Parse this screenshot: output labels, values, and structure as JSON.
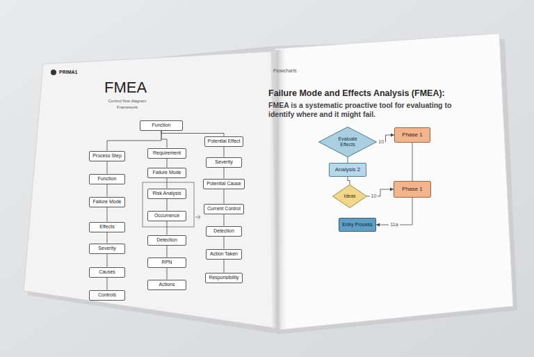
{
  "diagram": {
    "title": "FMEA",
    "nodes": [
      {
        "text": [
          "Function"
        ]
      },
      {
        "text": [
          "Process Step"
        ]
      },
      {
        "text": [
          "Function"
        ]
      },
      {
        "text": [
          "Failure Mode"
        ]
      },
      {
        "text": [
          "Effects"
        ]
      },
      {
        "text": [
          "Severity"
        ]
      },
      {
        "text": [
          "Causes"
        ]
      },
      {
        "text": [
          "Controls"
        ]
      },
      {
        "text": [
          "Requirement"
        ]
      },
      {
        "text": [
          "Failure Mode"
        ]
      },
      {
        "text": [
          "Risk Analysis"
        ]
      },
      {
        "text": [
          "Occurrence"
        ]
      },
      {
        "text": [
          "Detection"
        ]
      },
      {
        "text": [
          "RPN"
        ]
      },
      {
        "text": [
          "Actions"
        ]
      },
      {
        "text": [
          "Potential Effect"
        ]
      },
      {
        "text": [
          "Severity"
        ]
      },
      {
        "text": [
          "Potential Cause"
        ]
      },
      {
        "text": [
          "Current Control"
        ]
      },
      {
        "text": [
          "Detection"
        ]
      },
      {
        "text": [
          "Action Taken"
        ]
      },
      {
        "text": [
          "Responsibility"
        ]
      },
      {
        "text": [
          "Evaluate Effects"
        ]
      },
      {
        "text": [
          "Phase 1"
        ]
      },
      {
        "text": [
          "Analysis 2"
        ]
      },
      {
        "text": [
          "Ideas"
        ]
      },
      {
        "text": [
          "Phase 1"
        ]
      },
      {
        "text": [
          "Entry Process"
        ]
      }
    ],
    "edges": [
      {
        "from": 0,
        "to": 1,
        "arrow": "none"
      },
      {
        "from": 0,
        "to": 8,
        "arrow": "none"
      },
      {
        "from": 0,
        "to": 15,
        "arrow": "none"
      },
      {
        "from": 1,
        "to": 2,
        "arrow": "none"
      },
      {
        "from": 2,
        "to": 3,
        "arrow": "none"
      },
      {
        "from": 3,
        "to": 4,
        "arrow": "none"
      },
      {
        "from": 4,
        "to": 5,
        "arrow": "none"
      },
      {
        "from": 5,
        "to": 6,
        "arrow": "none"
      },
      {
        "from": 6,
        "to": 7,
        "arrow": "none"
      },
      {
        "from": 8,
        "to": 9,
        "arrow": "none"
      },
      {
        "from": 9,
        "to": 10,
        "arrow": "none"
      },
      {
        "from": 10,
        "to": 11,
        "arrow": "none"
      },
      {
        "from": 11,
        "to": 12,
        "arrow": "none"
      },
      {
        "from": 12,
        "to": 13,
        "arrow": "none"
      },
      {
        "from": 13,
        "to": 14,
        "arrow": "none"
      },
      {
        "from": 15,
        "to": 16,
        "arrow": "none"
      },
      {
        "from": 16,
        "to": 17,
        "arrow": "none"
      },
      {
        "from": 17,
        "to": 18,
        "arrow": "none"
      },
      {
        "from": 18,
        "to": 19,
        "arrow": "none"
      },
      {
        "from": 19,
        "to": 20,
        "arrow": "none"
      },
      {
        "from": 20,
        "to": 21,
        "arrow": "none"
      },
      {
        "from": 22,
        "to": 23,
        "label": "10",
        "arrow": "to"
      },
      {
        "from": 22,
        "to": 24,
        "arrow": "none"
      },
      {
        "from": 23,
        "to": 26,
        "arrow": "none"
      },
      {
        "from": 24,
        "to": 25,
        "arrow": "none"
      },
      {
        "from": 25,
        "to": 26,
        "label": "10",
        "arrow": "to"
      },
      {
        "from": 26,
        "to": 27,
        "label": "11a",
        "arrow": "to"
      }
    ],
    "labels": [
      "PRIMA1",
      "Control flow diagram",
      "Framework",
      "Flowcharts",
      "Failure Mode and Effects Analysis (FMEA):",
      "FMEA is a systematic proactive tool for evaluating to identify where and it might fail."
    ]
  }
}
